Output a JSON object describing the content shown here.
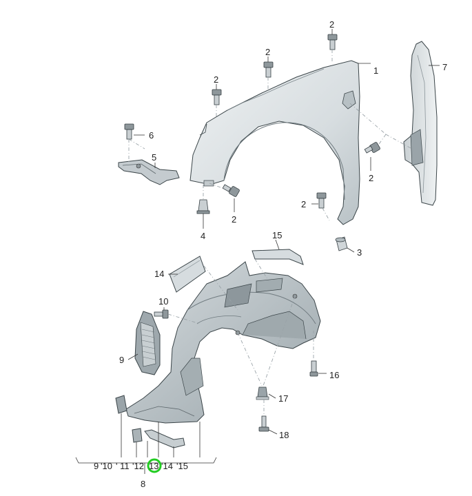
{
  "callouts": {
    "c1": "1",
    "c2": "2",
    "c3": "3",
    "c4": "4",
    "c5": "5",
    "c6": "6",
    "c7": "7",
    "c8": "8",
    "c9": "9",
    "c10": "10",
    "c14": "14",
    "c15": "15",
    "c16": "16",
    "c17": "17",
    "c18": "18"
  },
  "bottom_sequence": {
    "s9": "9",
    "s10": "'10",
    "s11": "' 11",
    "s12": "'12",
    "s13": "13",
    "s14": "'14",
    "s15": "'15"
  },
  "highlight": {
    "target": "13",
    "color": "#22cc22"
  },
  "colors": {
    "part_fill": "#dfe4e6",
    "part_shade": "#aeb7bb",
    "part_dark": "#7f898e",
    "line": "#333333"
  }
}
